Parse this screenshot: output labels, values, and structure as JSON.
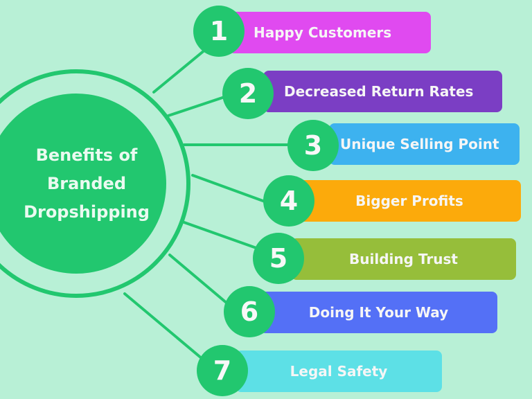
{
  "hub": {
    "title_line1": "Benefits of",
    "title_line2": "Branded",
    "title_line3": "Dropshipping"
  },
  "colors": {
    "background": "#b8f0d6",
    "accent_green": "#22c76f",
    "text": "#f6f6f6"
  },
  "items": [
    {
      "number": "1",
      "label": "Happy Customers",
      "color": "#e04af0"
    },
    {
      "number": "2",
      "label": "Decreased Return Rates",
      "color": "#7b3ec4"
    },
    {
      "number": "3",
      "label": "Unique Selling Point",
      "color": "#3db2ef"
    },
    {
      "number": "4",
      "label": "Bigger Profits",
      "color": "#fcaa0b"
    },
    {
      "number": "5",
      "label": "Building Trust",
      "color": "#96be3a"
    },
    {
      "number": "6",
      "label": "Doing It Your Way",
      "color": "#5470f6"
    },
    {
      "number": "7",
      "label": "Legal Safety",
      "color": "#5de0e6"
    }
  ]
}
